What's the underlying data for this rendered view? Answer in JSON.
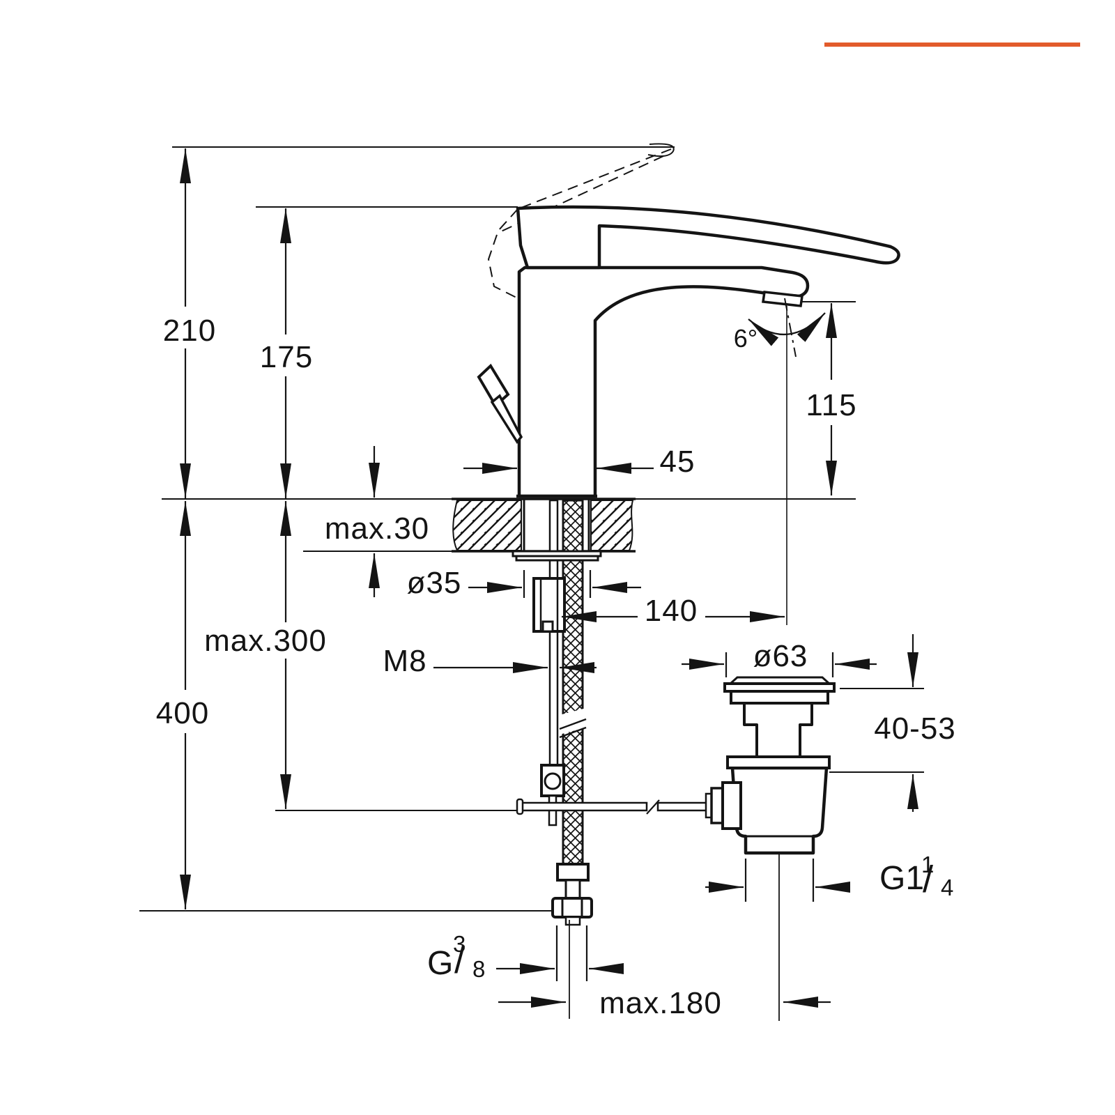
{
  "accent_color": "#E25B2B",
  "line_color": "#141414",
  "drawing": {
    "type": "faucet-installation-dimensional-drawing",
    "labels": {
      "total_height": "210",
      "body_height": "175",
      "spout_height": "115",
      "angle": "6°",
      "body_width": "45",
      "deck_max": "max.30",
      "hole_diameter": "ø35",
      "clearance_max": "max.300",
      "supply_length": "400",
      "stud": "M8",
      "reach": "140",
      "waste_cap_diameter": "ø63",
      "waste_range": "40-53",
      "offset_max": "max.180",
      "waste_thread_prefix": "G1",
      "waste_thread_num": "1",
      "waste_thread_den": "4",
      "supply_thread_prefix": "G",
      "supply_thread_num": "3",
      "supply_thread_den": "8",
      "fraction_slash": "/"
    }
  }
}
